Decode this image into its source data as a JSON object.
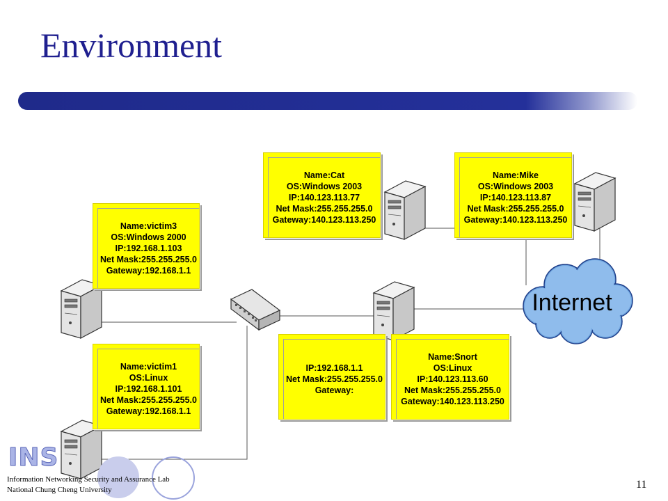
{
  "slide": {
    "title": "Environment",
    "page_number": "11"
  },
  "footer": {
    "logo_text": "INS",
    "line1": "Information Networking Security and Assurance Lab",
    "line2": "National Chung Cheng University"
  },
  "internet_label": "Internet",
  "colors": {
    "title": "#1f1f8f",
    "bar": "#24309a",
    "box": "#ffff00",
    "cloud": "#6fa6e0"
  },
  "boxes": {
    "victim3": [
      "Name:victim3",
      "OS:Windows 2000",
      "IP:192.168.1.103",
      "Net Mask:255.255.255.0",
      "Gateway:192.168.1.1"
    ],
    "victim1": [
      "Name:victim1",
      "OS:Linux",
      "IP:192.168.1.101",
      "Net Mask:255.255.255.0",
      "Gateway:192.168.1.1"
    ],
    "cat": [
      "Name:Cat",
      "OS:Windows 2003",
      "IP:140.123.113.77",
      "Net Mask:255.255.255.0",
      "Gateway:140.123.113.250"
    ],
    "mike": [
      "Name:Mike",
      "OS:Windows 2003",
      "IP:140.123.113.87",
      "Net Mask:255.255.255.0",
      "Gateway:140.123.113.250"
    ],
    "snort_inner": [
      "IP:192.168.1.1",
      "Net Mask:255.255.255.0",
      "Gateway:"
    ],
    "snort": [
      "Name:Snort",
      "OS:Linux",
      "IP:140.123.113.60",
      "Net Mask:255.255.255.0",
      "Gateway:140.123.113.250"
    ]
  }
}
